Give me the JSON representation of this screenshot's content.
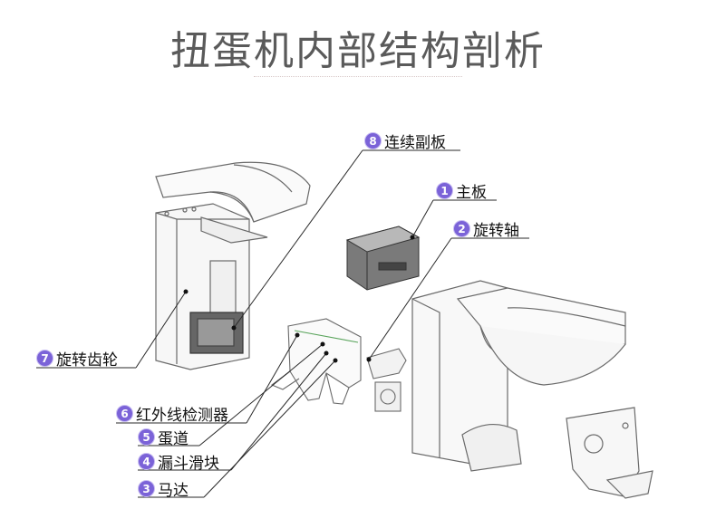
{
  "title": "扭蛋机内部结构剖析",
  "labels": [
    {
      "num": "8",
      "text": "连续副板"
    },
    {
      "num": "1",
      "text": "主板"
    },
    {
      "num": "2",
      "text": "旋转轴"
    },
    {
      "num": "7",
      "text": "旋转齿轮"
    },
    {
      "num": "6",
      "text": "红外线检测器"
    },
    {
      "num": "5",
      "text": "蛋道"
    },
    {
      "num": "4",
      "text": "漏斗滑块"
    },
    {
      "num": "3",
      "text": "马达"
    }
  ],
  "colors": {
    "badge": "#7b63d8",
    "line": "#333333",
    "title": "#5a5a5a"
  }
}
